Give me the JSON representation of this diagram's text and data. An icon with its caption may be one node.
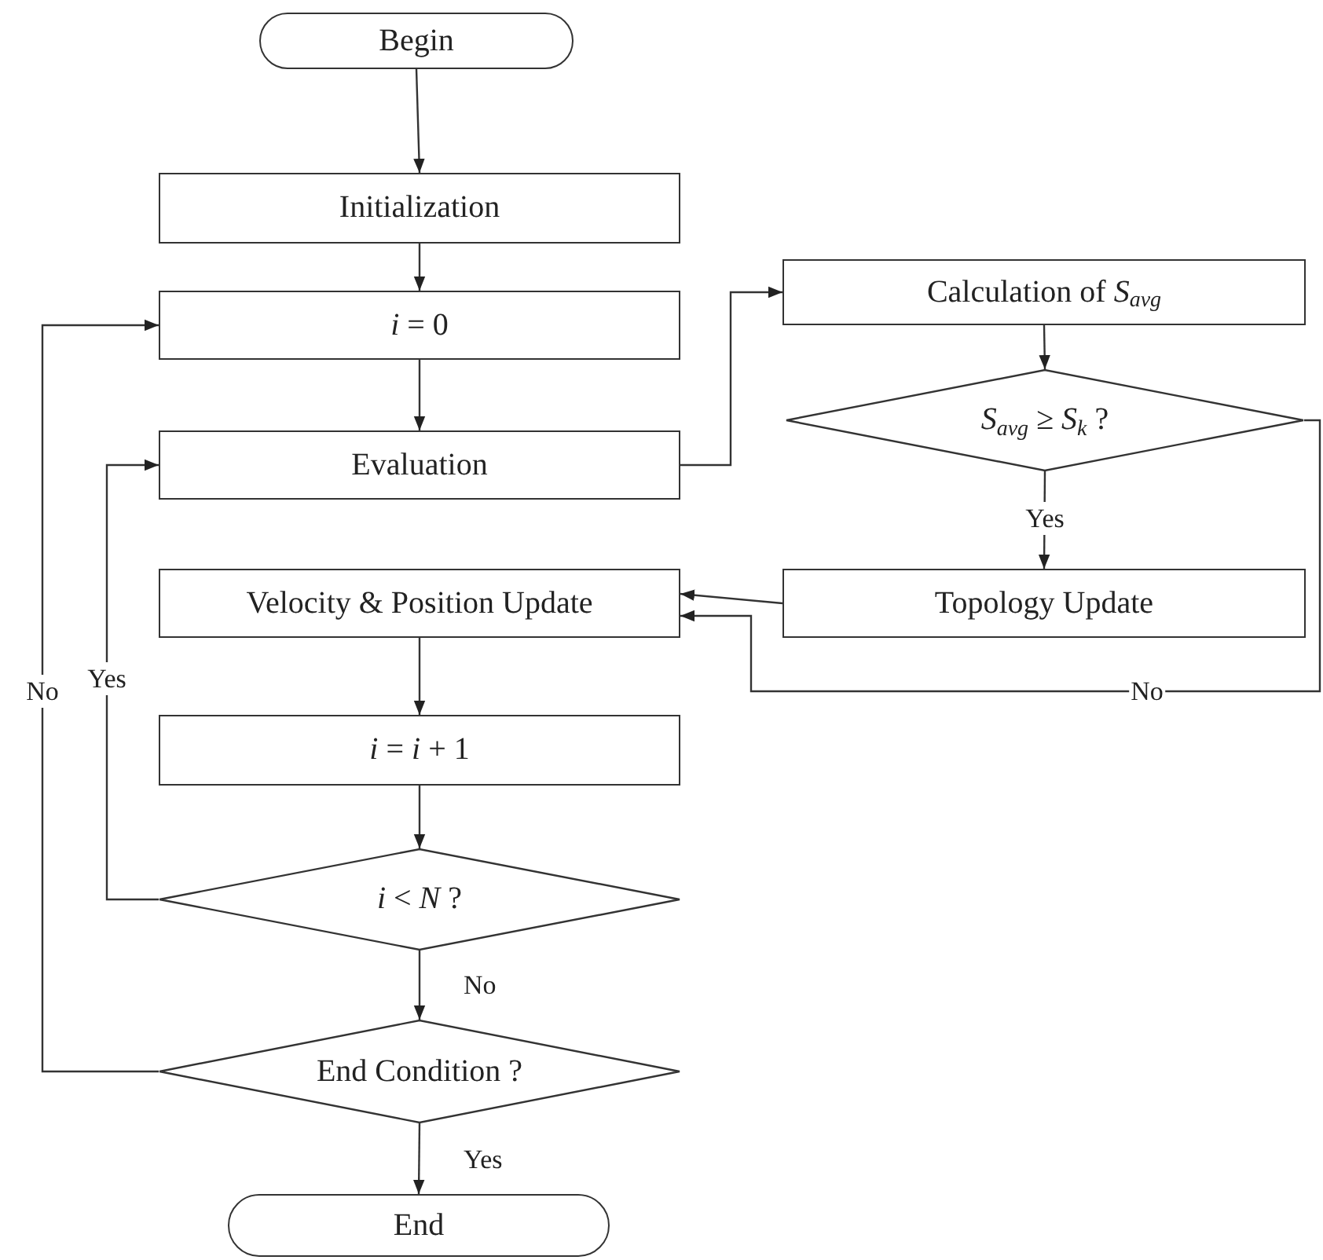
{
  "diagram": {
    "nodes": [
      {
        "text": [
          "Begin"
        ]
      },
      {
        "text": [
          "Initialization"
        ]
      },
      {
        "text": [
          "*i* = 0"
        ]
      },
      {
        "text": [
          "Evaluation"
        ]
      },
      {
        "text": [
          "Calculation of *S*$_{avg}$"
        ]
      },
      {
        "text": [
          "*S*$_{avg}$ ≥  *S*$_{k}$ ?"
        ]
      },
      {
        "text": [
          "Topology Update"
        ]
      },
      {
        "text": [
          "Velocity & Position Update"
        ]
      },
      {
        "text": [
          "*i* = *i* + 1"
        ]
      },
      {
        "text": [
          "*i* < *N* ?"
        ]
      },
      {
        "text": [
          "End Condition ?"
        ]
      },
      {
        "text": [
          "End"
        ]
      }
    ],
    "edges": [
      {
        "from": 0,
        "to": 1,
        "arrow": "to"
      },
      {
        "from": 1,
        "to": 2,
        "arrow": "to"
      },
      {
        "from": 2,
        "to": 3,
        "arrow": "to"
      },
      {
        "from": 3,
        "to": 4,
        "arrow": "to"
      },
      {
        "from": 4,
        "to": 5,
        "arrow": "to"
      },
      {
        "from": 5,
        "to": 6,
        "arrow": "to",
        "label": "Yes"
      },
      {
        "from": 6,
        "to": 7,
        "arrow": "to"
      },
      {
        "from": 5,
        "to": 7,
        "arrow": "to",
        "label": "No"
      },
      {
        "from": 7,
        "to": 8,
        "arrow": "to"
      },
      {
        "from": 8,
        "to": 9,
        "arrow": "to"
      },
      {
        "from": 9,
        "to": 3,
        "arrow": "to",
        "label": "Yes"
      },
      {
        "from": 9,
        "to": 10,
        "arrow": "to",
        "label": "No"
      },
      {
        "from": 10,
        "to": 2,
        "arrow": "to",
        "label": "No"
      },
      {
        "from": 10,
        "to": 11,
        "arrow": "to",
        "label": "Yes"
      }
    ]
  }
}
